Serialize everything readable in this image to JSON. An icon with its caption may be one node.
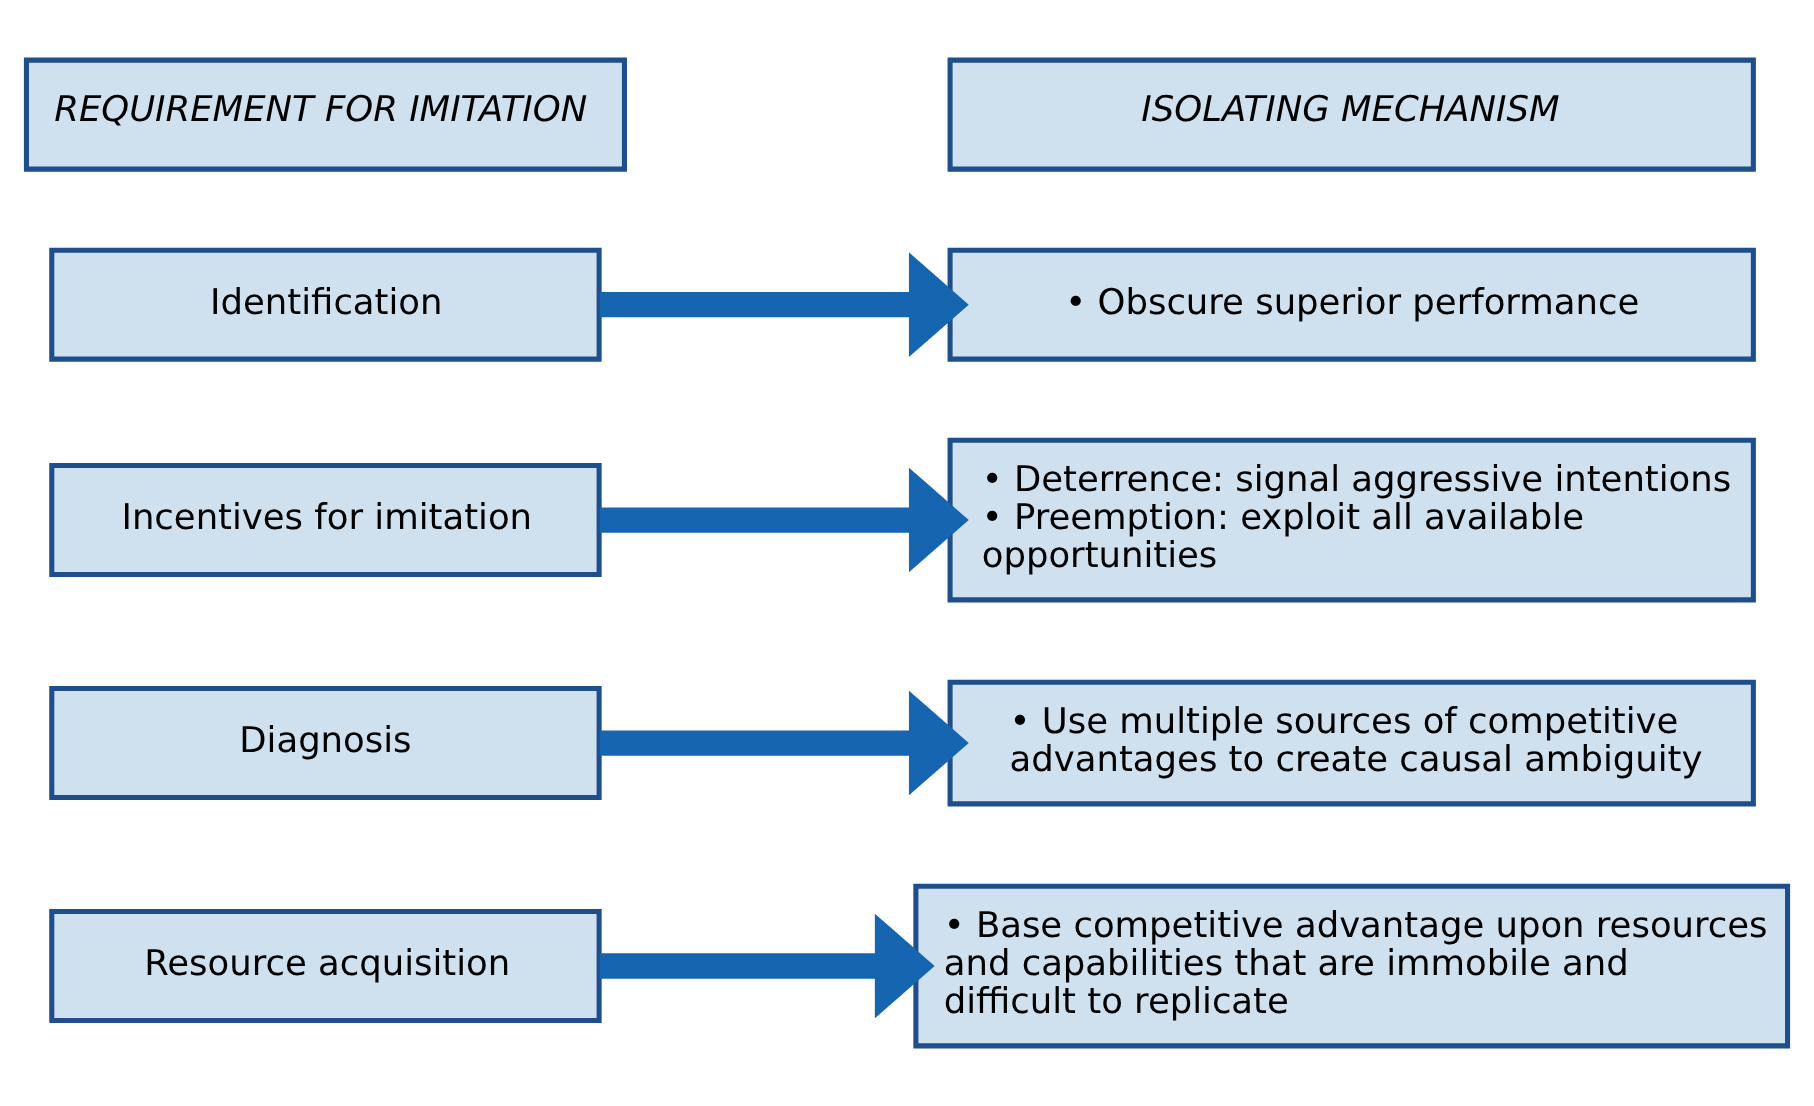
{
  "diagram": {
    "nodes": [
      {
        "text": [
          "REQUIREMENT FOR IMITATION"
        ]
      },
      {
        "text": [
          "ISOLATING MECHANISM"
        ]
      },
      {
        "text": [
          "Identification"
        ]
      },
      {
        "text": [
          "• Obscure superior performance"
        ]
      },
      {
        "text": [
          "Incentives for imitation"
        ]
      },
      {
        "text": [
          "• Deterrence: signal aggressive intentions",
          "• Preemption: exploit all available opportunities"
        ]
      },
      {
        "text": [
          "Diagnosis"
        ]
      },
      {
        "text": [
          "• Use multiple sources of competitive advantages to create causal ambiguity"
        ]
      },
      {
        "text": [
          "Resource acquisition"
        ]
      },
      {
        "text": [
          "• Base competitive advantage upon resources and capabilities that are immobile and difficult to replicate"
        ]
      }
    ],
    "edges": [
      {
        "from": 2,
        "to": 3,
        "arrow": "to"
      },
      {
        "from": 4,
        "to": 5,
        "arrow": "to"
      },
      {
        "from": 6,
        "to": 7,
        "arrow": "to"
      },
      {
        "from": 8,
        "to": 9,
        "arrow": "to"
      }
    ]
  }
}
